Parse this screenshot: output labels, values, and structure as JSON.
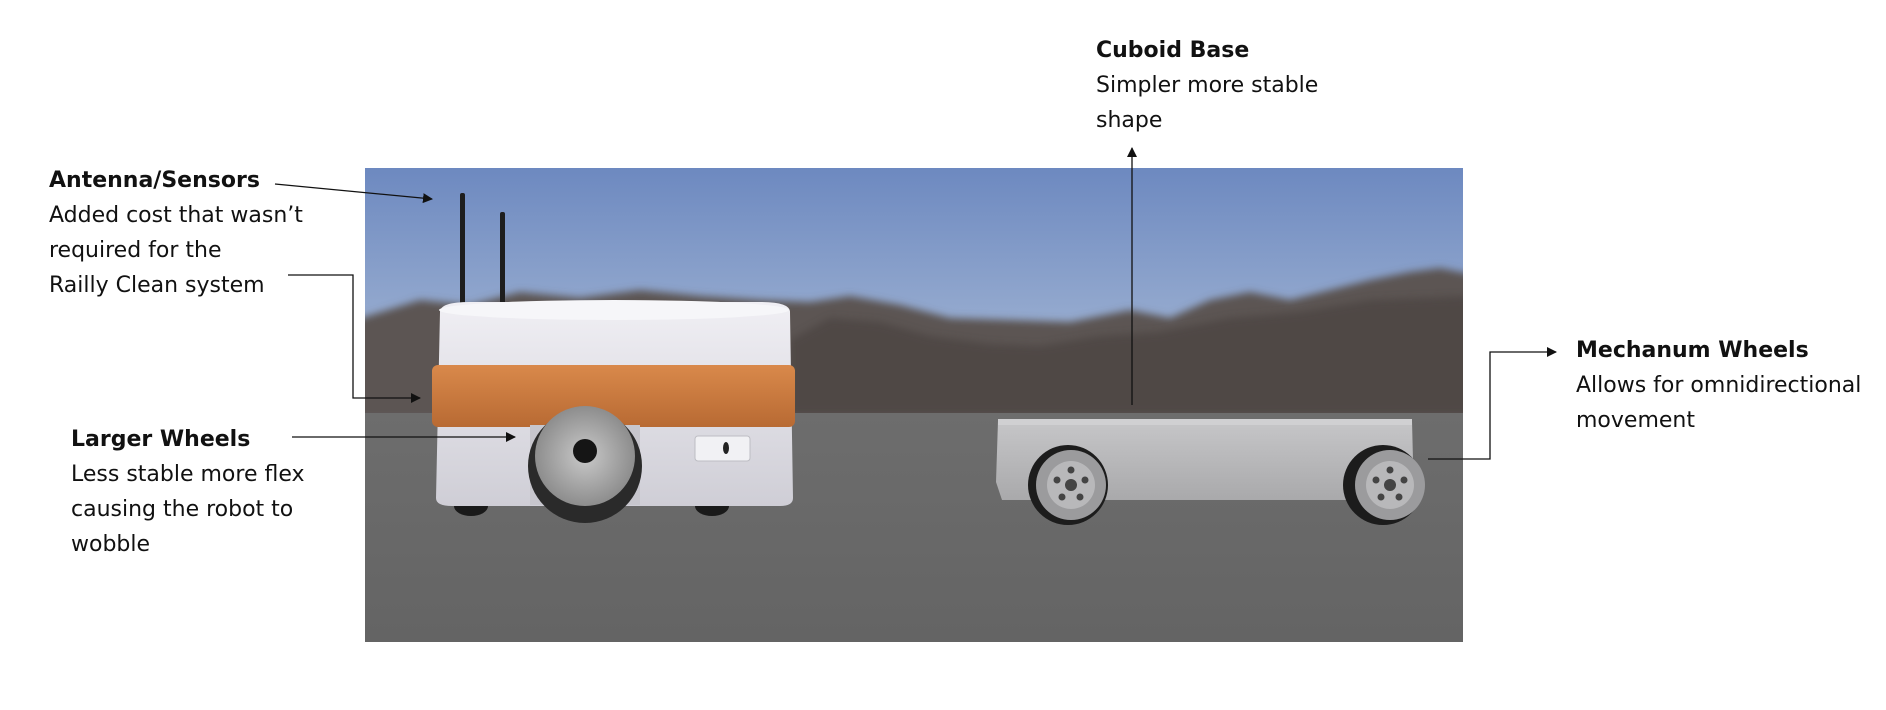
{
  "annotations": {
    "antenna": {
      "title": "Antenna/Sensors",
      "lines": [
        "Added cost that wasn’t",
        "required for the",
        "Railly Clean system"
      ]
    },
    "larger_wheels": {
      "title": "Larger Wheels",
      "lines": [
        "Less stable more flex",
        "causing the robot to",
        "wobble"
      ]
    },
    "cuboid_base": {
      "title": "Cuboid Base",
      "lines": [
        "Simpler more stable",
        "shape"
      ]
    },
    "mecanum_wheels": {
      "title": "Mechanum Wheels",
      "lines": [
        "Allows for omnidirectional",
        "movement"
      ]
    }
  },
  "colors": {
    "sky_top": "#6f8cc2",
    "sky_bottom": "#a9bcd6",
    "mountains": "#5a5552",
    "ground": "#666666",
    "robot_body": "#e4e3e8",
    "orange_band": "#c97a3e",
    "wheel_dark": "#2b2b2b",
    "wheel_hub": "#9a9a9a",
    "cuboid_body": "#b9b9bb",
    "arrow": "#111111"
  }
}
